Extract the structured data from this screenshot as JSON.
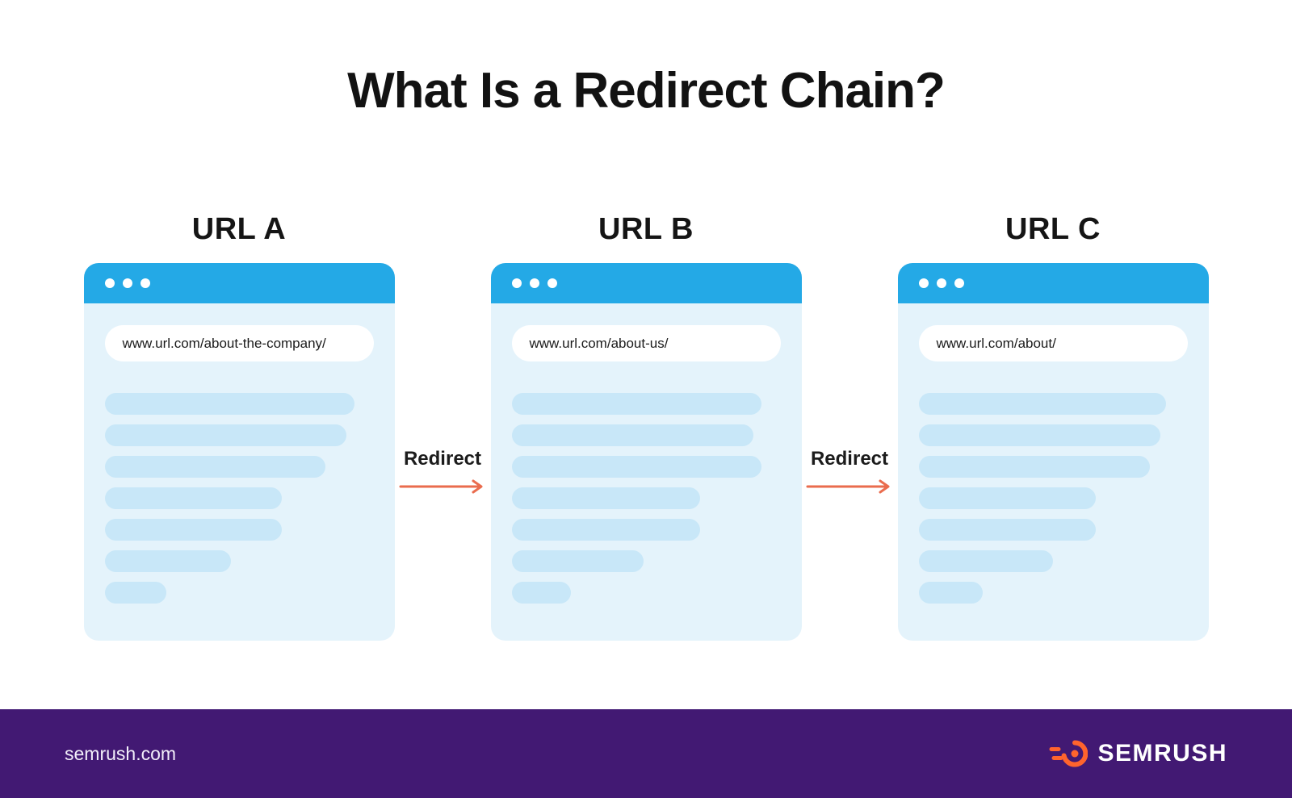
{
  "title": "What Is a Redirect Chain?",
  "cards": [
    {
      "label": "URL A",
      "url": "www.url.com/about-the-company/"
    },
    {
      "label": "URL B",
      "url": "www.url.com/about-us/"
    },
    {
      "label": "URL C",
      "url": "www.url.com/about/"
    }
  ],
  "connectors": [
    {
      "label": "Redirect"
    },
    {
      "label": "Redirect"
    }
  ],
  "footer": {
    "site": "semrush.com",
    "brand": "SEMRUSH"
  },
  "icons": {
    "window_dots": "three-white-dots",
    "redirect_arrow": "right-arrow",
    "brand_logo": "semrush-swirl"
  },
  "colors": {
    "header_blue": "#24A9E6",
    "card_bg": "#E4F3FB",
    "line": "#C8E7F8",
    "arrow": "#EA6C4E",
    "footer_bg": "#421973",
    "title": "#121212",
    "logo_orange": "#FF642D"
  }
}
